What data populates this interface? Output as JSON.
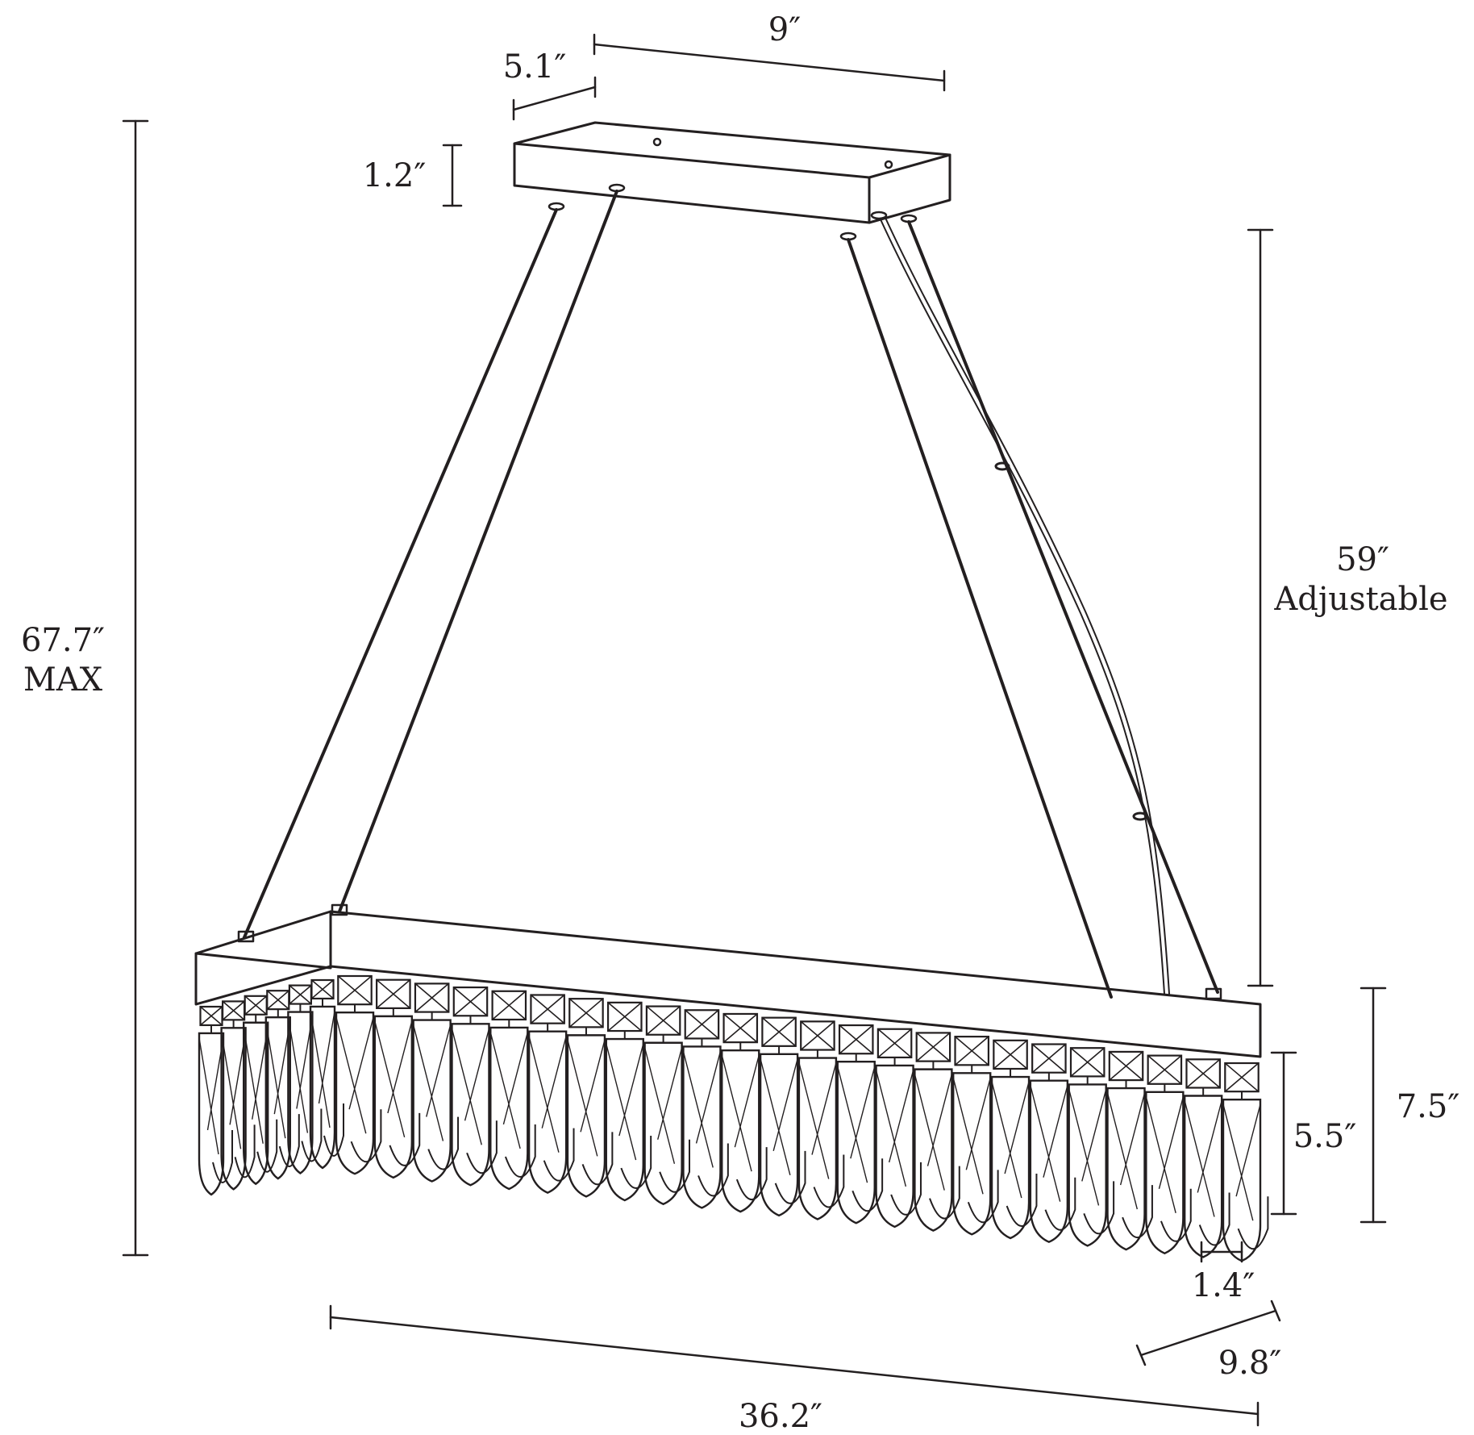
{
  "colors": {
    "stroke": "#231f20",
    "background": "#ffffff"
  },
  "dimensions": {
    "canopy_length": "9″",
    "canopy_width": "5.1″",
    "canopy_height": "1.2″",
    "cable_length": "59″",
    "cable_note": "Adjustable",
    "overall_height": "67.7″",
    "overall_height_note": "MAX",
    "body_length": "36.2″",
    "body_width": "9.8″",
    "body_height": "7.5″",
    "crystal_drop": "5.5″",
    "crystal_width": "1.4″"
  },
  "fixture": {
    "crystal_front_count": 24,
    "crystal_side_count": 6
  }
}
